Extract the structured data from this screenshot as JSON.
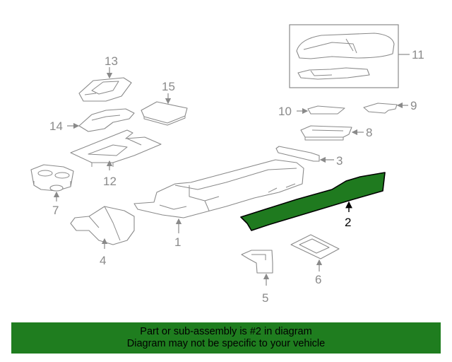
{
  "diagram": {
    "callouts": {
      "c1": "1",
      "c2": "2",
      "c3": "3",
      "c4": "4",
      "c5": "5",
      "c6": "6",
      "c7": "7",
      "c8": "8",
      "c9": "9",
      "c10": "10",
      "c11": "11",
      "c12": "12",
      "c13": "13",
      "c14": "14",
      "c15": "15"
    },
    "highlighted_part": "2",
    "colors": {
      "highlight_fill": "#1f7a1f",
      "line_art": "#8a8a8a",
      "footer_bg": "#1f7d1f"
    }
  },
  "footer": {
    "line1": "Part or sub-assembly is #2 in diagram",
    "line2": "Diagram may not be specific to your vehicle"
  }
}
